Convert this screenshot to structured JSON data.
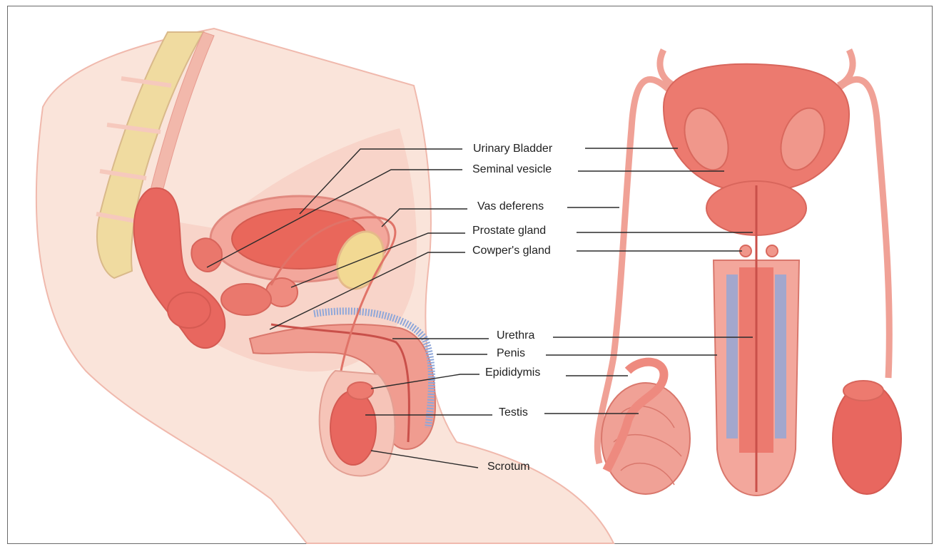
{
  "diagram": {
    "labels": {
      "urinary_bladder": "Urinary Bladder",
      "seminal_vesicle": "Seminal vesicle",
      "vas_deferens": "Vas deferens",
      "prostate_gland": "Prostate gland",
      "cowpers_gland": "Cowper's gland",
      "urethra": "Urethra",
      "penis": "Penis",
      "epididymis": "Epididymis",
      "testis": "Testis",
      "scrotum": "Scrotum"
    },
    "colors": {
      "tissue_pink": "#f3a79c",
      "organ_red": "#e8675f",
      "bladder_red": "#e9675b",
      "skin_light": "#f8ddd2",
      "bone_yellow": "#efe2a8",
      "blue_tissue": "#8fa7d9",
      "leader_line": "#2b2b2b"
    }
  }
}
